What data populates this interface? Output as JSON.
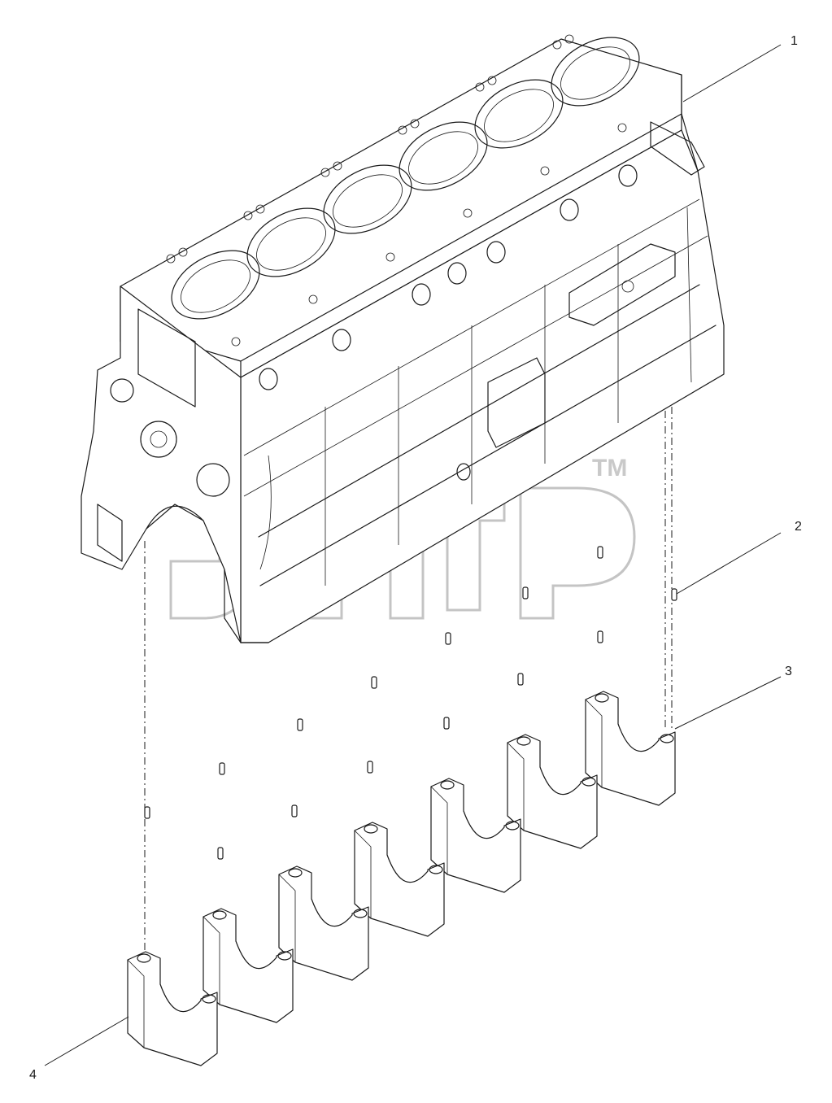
{
  "callouts": [
    {
      "id": "1",
      "label": "1"
    },
    {
      "id": "2",
      "label": "2"
    },
    {
      "id": "3",
      "label": "3"
    },
    {
      "id": "4",
      "label": "4"
    }
  ],
  "watermark": {
    "trademark": "TM",
    "color": "#c4c4c4"
  },
  "colors": {
    "line": "#1a1a1a",
    "background": "#ffffff"
  }
}
